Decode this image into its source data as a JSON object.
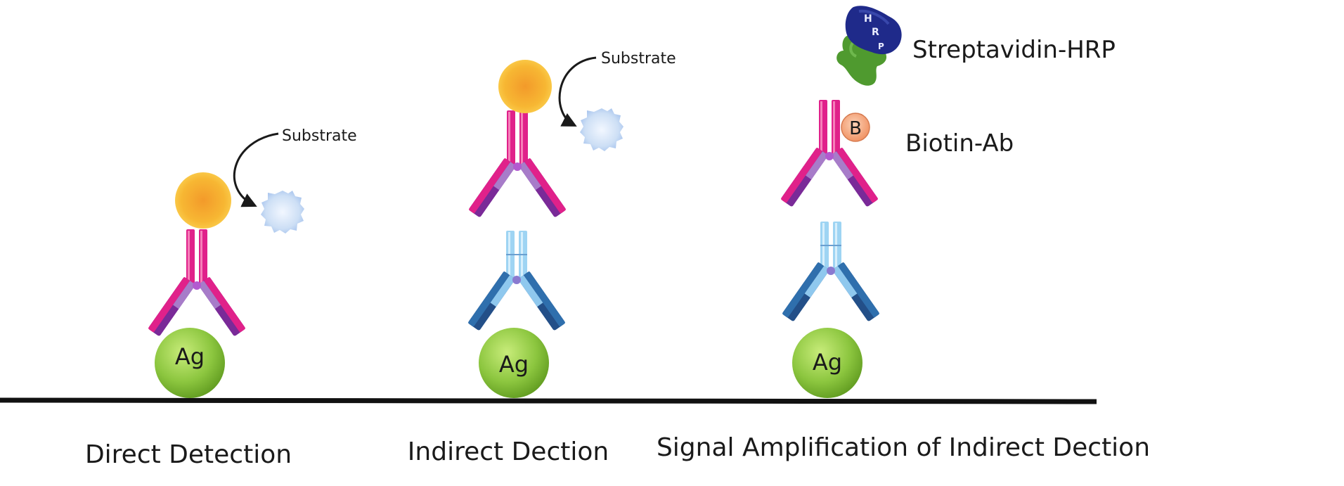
{
  "panels": [
    {
      "caption": "Direct Detection",
      "antigen_label": "Ag",
      "substrate_label": "Substrate"
    },
    {
      "caption": "Indirect Dection",
      "antigen_label": "Ag",
      "substrate_label": "Substrate"
    },
    {
      "caption": "Signal Amplification of Indirect Dection",
      "antigen_label": "Ag",
      "biotin_label": "B",
      "biotin_ab_label": "Biotin-Ab",
      "streptavidin_label": "Streptavidin-HRP",
      "hrp_letters": [
        "H",
        "R",
        "P"
      ]
    }
  ],
  "colors": {
    "antigen": "#8cc63f",
    "enzyme": "#f7b733",
    "primary_antibody": "#e0218a",
    "primary_antibody_arm": "#9b2fae",
    "secondary_antibody": "#7fc6ee",
    "secondary_antibody_arm": "#2f6fad",
    "biotin": "#f5a67c",
    "streptavidin": "#4f9a2f",
    "hrp": "#1f2a8a",
    "substrate": "#cddff5"
  },
  "icons": [
    "antigen-icon",
    "antibody-icon",
    "enzyme-icon",
    "substrate-icon",
    "biotin-icon",
    "streptavidin-hrp-icon"
  ]
}
